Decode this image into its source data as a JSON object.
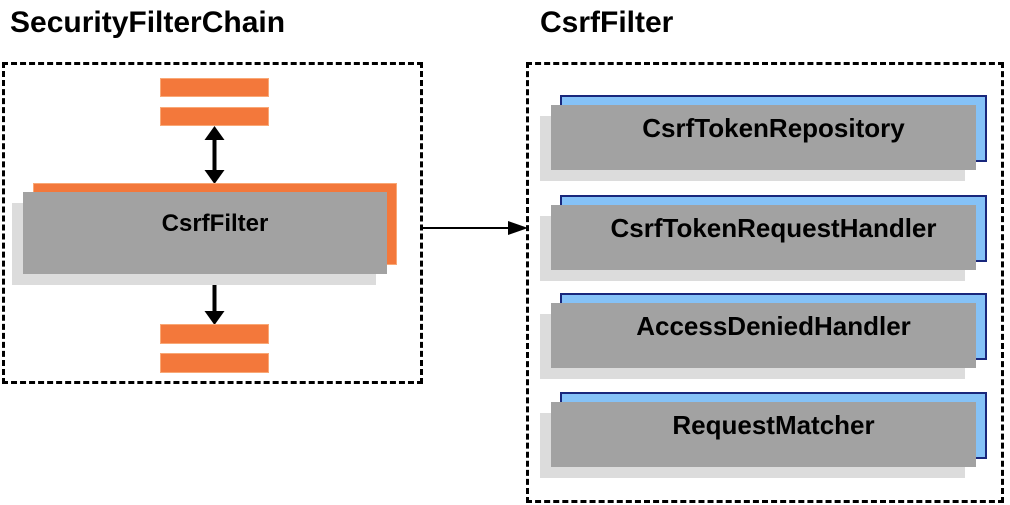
{
  "titles": {
    "left": "SecurityFilterChain",
    "right": "CsrfFilter"
  },
  "left_panel": {
    "filter_box_label": "CsrfFilter"
  },
  "right_panel": {
    "components": [
      {
        "label": "CsrfTokenRepository"
      },
      {
        "label": "CsrfTokenRequestHandler"
      },
      {
        "label": "AccessDeniedHandler"
      },
      {
        "label": "RequestMatcher"
      }
    ]
  },
  "colors": {
    "orange-fill": "#F3783B",
    "orange-border": "#F9A876",
    "blue-fill": "#85C2F7",
    "blue-border": "#19277C",
    "shadow-dark": "#A2A2A2",
    "shadow-light": "#DCDCDC",
    "arrow": "#000000",
    "dash": "#000000",
    "text": "#000000"
  }
}
